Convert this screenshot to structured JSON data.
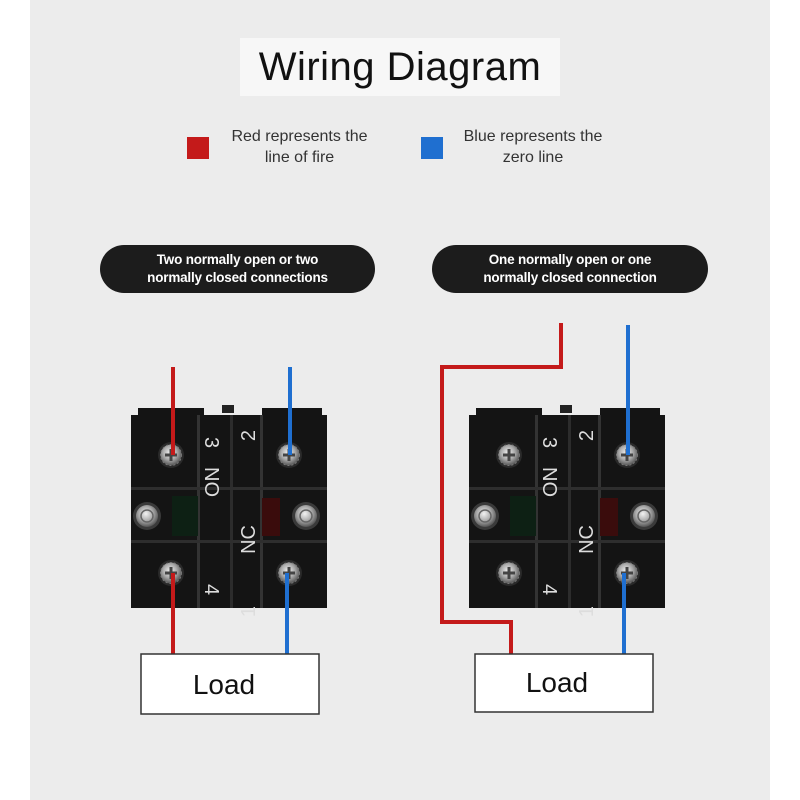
{
  "title": "Wiring Diagram",
  "legend": {
    "red": {
      "text_line1": "Red represents the",
      "text_line2": "line of fire",
      "color": "#c41a1a"
    },
    "blue": {
      "text_line1": "Blue represents the",
      "text_line2": "zero line",
      "color": "#1f6fd0"
    }
  },
  "sections": [
    {
      "caption_line1": "Two normally open or two",
      "caption_line2": "normally closed connections"
    },
    {
      "caption_line1": "One normally open or one",
      "caption_line2": "normally closed connection"
    }
  ],
  "block": {
    "no_label": "NO",
    "nc_label": "NC",
    "terminal_3": "3",
    "terminal_4": "4",
    "terminal_2": "2",
    "terminal_1": "1"
  },
  "load_label": "Load"
}
